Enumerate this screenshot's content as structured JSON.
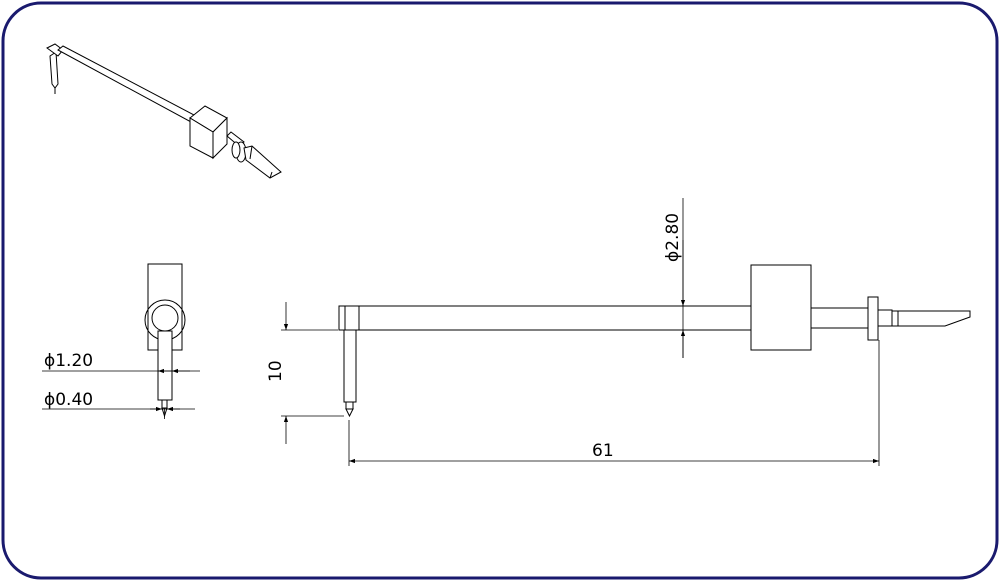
{
  "drawing": {
    "border_color": "#1a1a6e",
    "dimensions": {
      "diameter_shaft": "2.80",
      "diameter_probe": "1.20",
      "diameter_tip": "0.40",
      "height": "10",
      "length": "61"
    },
    "symbols": {
      "diameter": "ϕ"
    }
  }
}
